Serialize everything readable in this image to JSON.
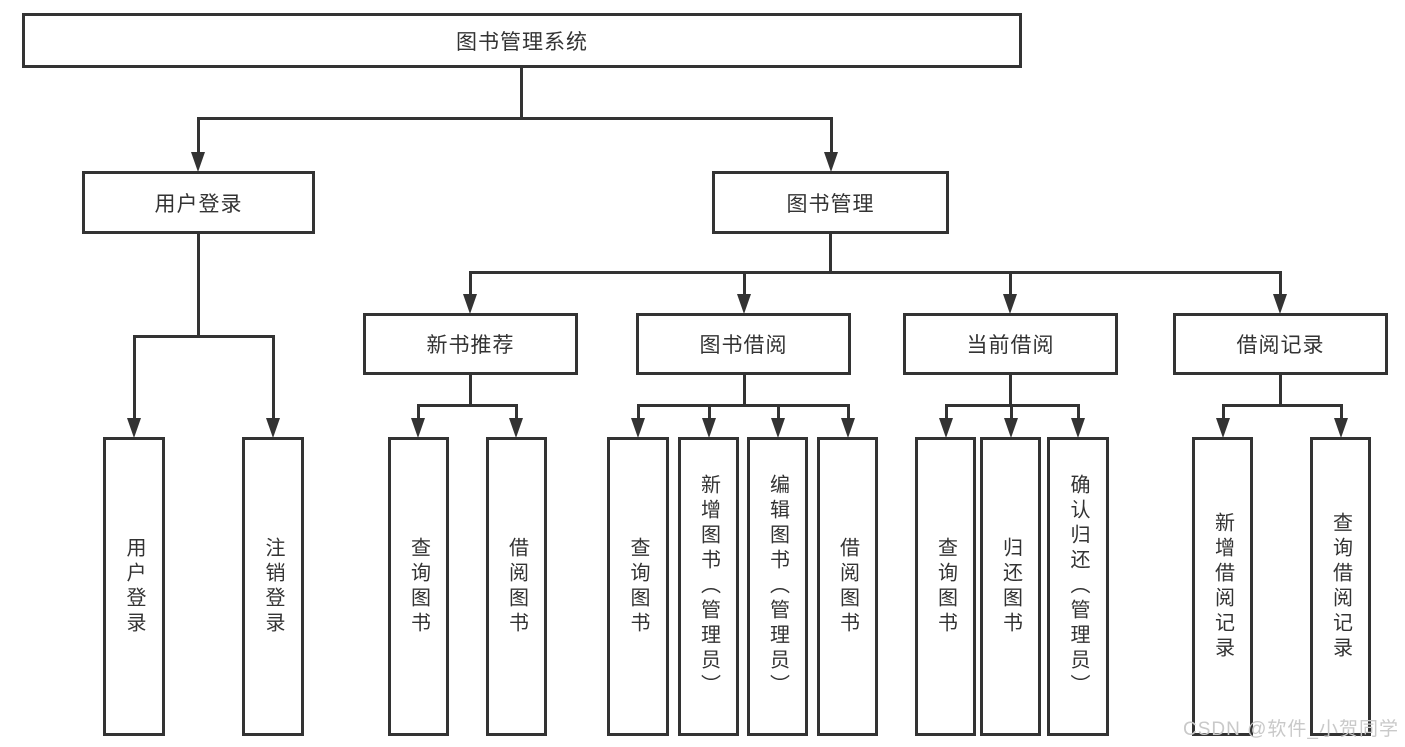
{
  "colors": {
    "line": "#333333",
    "watermark": "#c9c9c9"
  },
  "tree": {
    "root": "图书管理系统",
    "branches": [
      {
        "label": "用户登录",
        "children": [
          "用户登录",
          "注销登录"
        ]
      },
      {
        "label": "图书管理",
        "sections": [
          {
            "label": "新书推荐",
            "children": [
              "查询图书",
              "借阅图书"
            ]
          },
          {
            "label": "图书借阅",
            "children": [
              "查询图书",
              "新增图书（管理员）",
              "编辑图书（管理员）",
              "借阅图书"
            ]
          },
          {
            "label": "当前借阅",
            "children": [
              "查询图书",
              "归还图书",
              "确认归还（管理员）"
            ]
          },
          {
            "label": "借阅记录",
            "children": [
              "新增借阅记录",
              "查询借阅记录"
            ]
          }
        ]
      }
    ]
  },
  "watermark": "CSDN @软件_小贺同学"
}
